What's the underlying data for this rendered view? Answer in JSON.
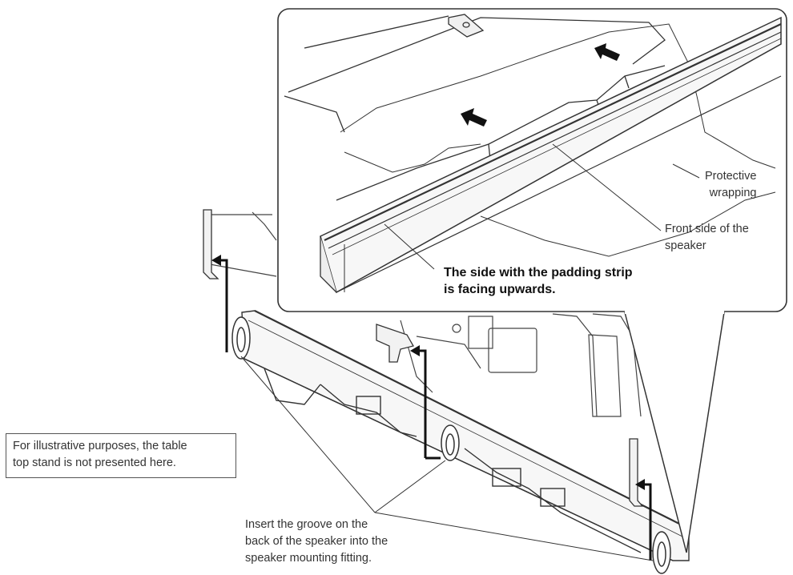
{
  "inset": {
    "label_protective_wrapping": "Protective\nwrapping",
    "label_front_side": "Front side of the\nspeaker",
    "label_padding_strip": "The side with the padding strip\nis facing upwards."
  },
  "note": {
    "text": "For illustrative purposes, the table\ntop stand is not presented here."
  },
  "instruction": {
    "text": "Insert the groove on the\nback of the speaker into the\nspeaker mounting fitting."
  }
}
